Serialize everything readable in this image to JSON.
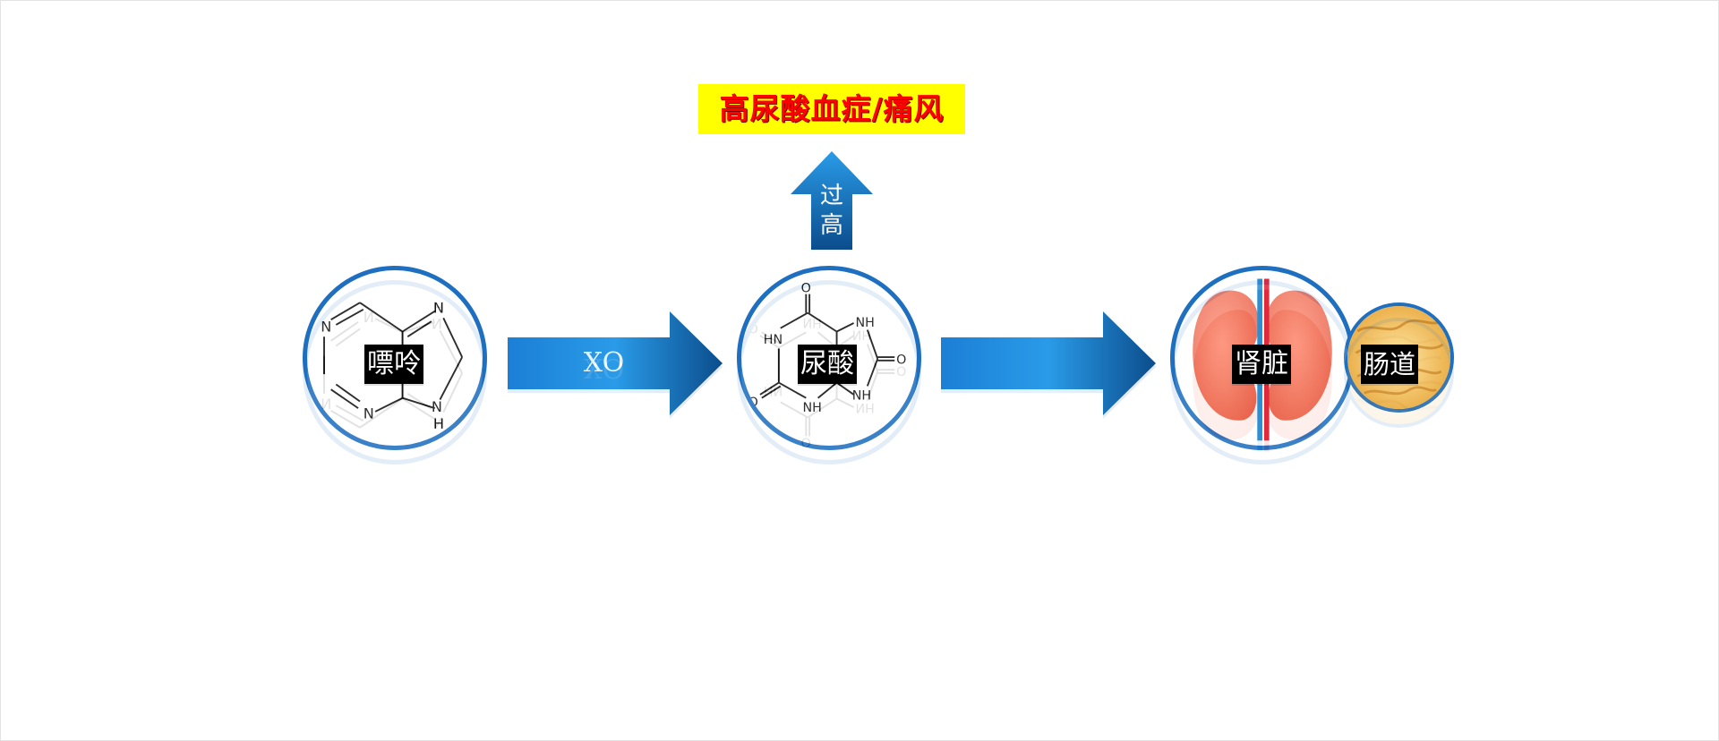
{
  "colors": {
    "ring": "#1f6fc1",
    "arrow_light": "#2a9be8",
    "arrow_dark": "#0b4d8c",
    "title_bg": "#ffff00",
    "title_text": "#ff0000",
    "label_bg": "#000000"
  },
  "title": {
    "text": "高尿酸血症/痛风"
  },
  "up_arrow": {
    "line1": "过",
    "line2": "高"
  },
  "arrow1": {
    "label": "XO"
  },
  "nodes": {
    "purine": {
      "label": "嘌呤",
      "icon": "purine-structure-icon"
    },
    "uric_acid": {
      "label": "尿酸",
      "icon": "uric-acid-structure-icon"
    },
    "kidney": {
      "label": "肾脏",
      "icon": "kidney-icon"
    },
    "gut": {
      "label": "肠道",
      "icon": "intestine-icon"
    }
  },
  "atoms": {
    "N": "N",
    "H": "H",
    "O": "O",
    "HN": "HN",
    "NH": "NH"
  }
}
